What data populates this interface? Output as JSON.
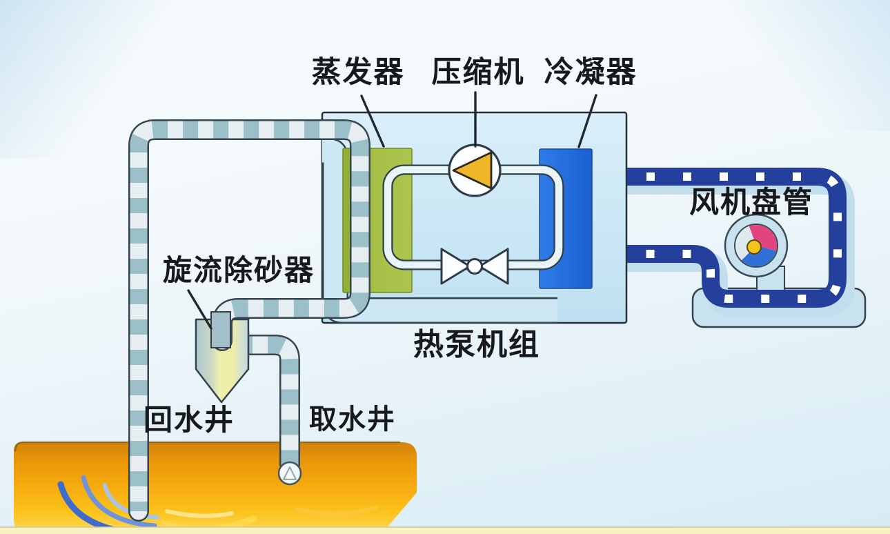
{
  "diagram": {
    "labels": {
      "evaporator": "蒸发器",
      "compressor": "压缩机",
      "condenser": "冷凝器",
      "fan_coil": "风机盘管",
      "heat_pump_unit": "热泵机组",
      "cyclone_sand_separator": "旋流除砂器",
      "return_well": "回水井",
      "intake_well": "取水井"
    },
    "colors": {
      "ground_orange": "#f6aa0e",
      "well_pipe_teal": "#9cc0ca",
      "well_pipe_base": "#e6eef1",
      "fan_loop_navy": "#24409c",
      "fan_loop_shadow": "#c2ddec",
      "unit_fill": "#cfe8f6",
      "evaporator_green": "#a3bd42",
      "condenser_blue": "#226ede",
      "compressor_yellow": "#f0b62a",
      "fan_blade_pink": "#e1447e",
      "fan_blade_blue": "#2f6fd6",
      "fan_center_yellow": "#f3c31e",
      "funnel_yellow": "#eef0ac",
      "water_ripple_blue": "#3f6bcc"
    }
  }
}
